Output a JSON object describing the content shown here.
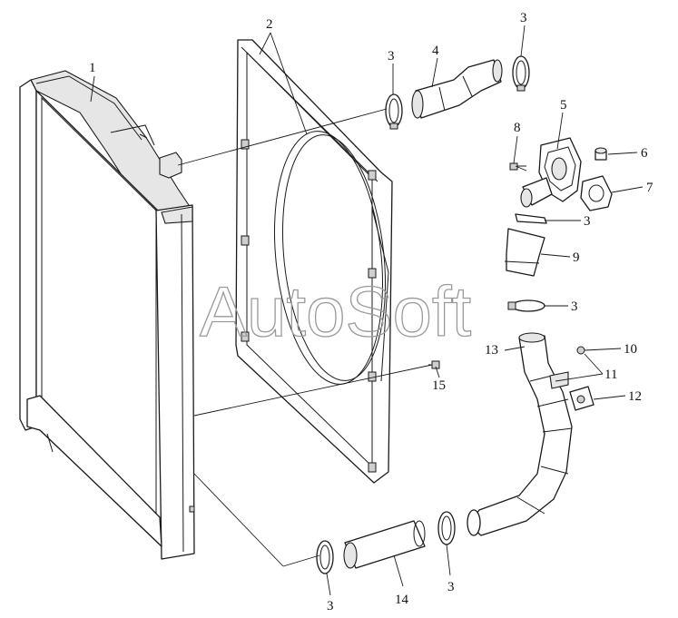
{
  "watermark": "AutoSoft",
  "callouts": [
    {
      "id": "c1",
      "text": "1"
    },
    {
      "id": "c2",
      "text": "2"
    },
    {
      "id": "c3a",
      "text": "3"
    },
    {
      "id": "c3b",
      "text": "3"
    },
    {
      "id": "c4",
      "text": "4"
    },
    {
      "id": "c5",
      "text": "5"
    },
    {
      "id": "c6",
      "text": "6"
    },
    {
      "id": "c7",
      "text": "7"
    },
    {
      "id": "c8",
      "text": "8"
    },
    {
      "id": "c3c",
      "text": "3"
    },
    {
      "id": "c9",
      "text": "9"
    },
    {
      "id": "c3d",
      "text": "3"
    },
    {
      "id": "c10",
      "text": "10"
    },
    {
      "id": "c13",
      "text": "13"
    },
    {
      "id": "c11",
      "text": "11"
    },
    {
      "id": "c12",
      "text": "12"
    },
    {
      "id": "c15",
      "text": "15"
    },
    {
      "id": "c3e",
      "text": "3"
    },
    {
      "id": "c14",
      "text": "14"
    },
    {
      "id": "c3f",
      "text": "3"
    }
  ]
}
